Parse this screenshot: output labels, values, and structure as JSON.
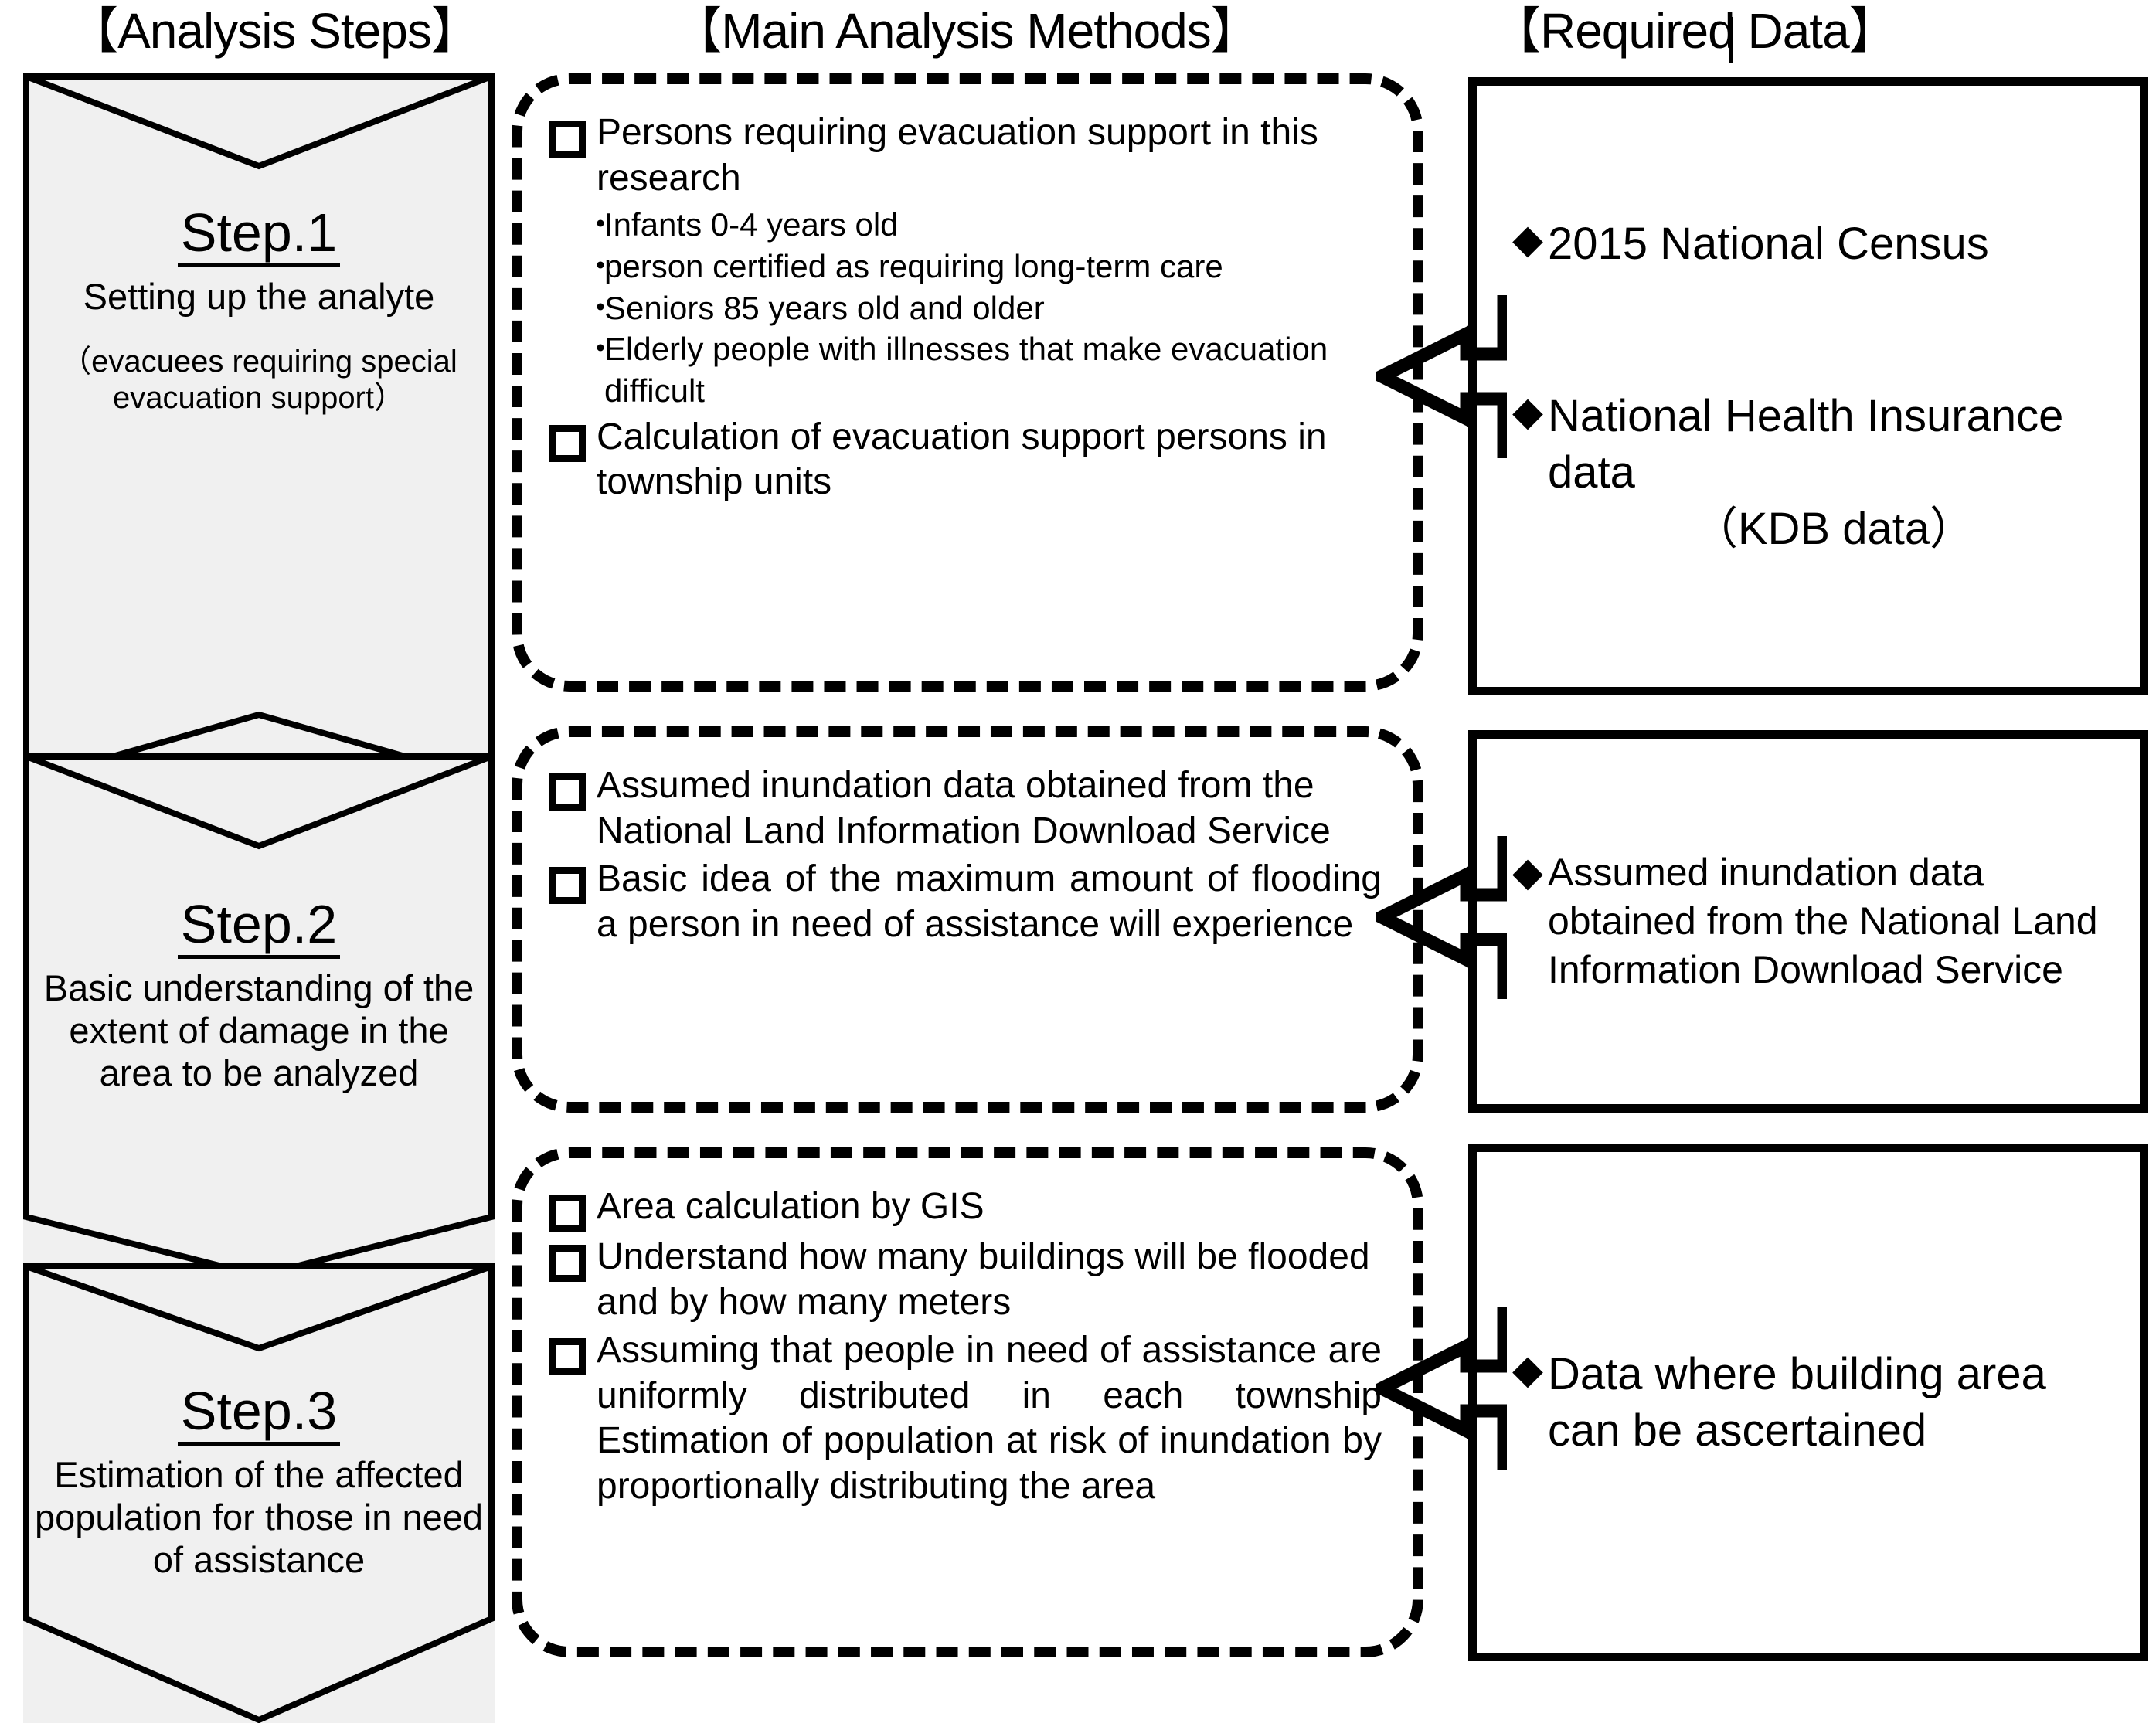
{
  "headers": {
    "analysis_steps": "【Analysis Steps】",
    "main_methods": "【Main Analysis Methods】",
    "required_data": "【Required Data】"
  },
  "colors": {
    "step_fill": "#f0f0f0",
    "stroke": "#000000",
    "background": "#ffffff"
  },
  "steps": [
    {
      "title": "Step.1",
      "subtitle": "Setting up the analyte",
      "note": "（evacuees requiring special evacuation support）"
    },
    {
      "title": "Step.2",
      "subtitle": "Basic understanding of the extent of damage in the area to be analyzed",
      "note": ""
    },
    {
      "title": "Step.3",
      "subtitle": "Estimation of the affected population for those in need of assistance",
      "note": ""
    }
  ],
  "methods": [
    {
      "bullets": [
        {
          "text": "Persons requiring evacuation support in this research",
          "sub": [
            "Infants 0-4 years old",
            "person certified as requiring long-term care",
            "Seniors 85 years old and older",
            "Elderly people with illnesses that make evacuation difficult"
          ]
        },
        {
          "text": "Calculation of evacuation support persons in township units",
          "sub": []
        }
      ]
    },
    {
      "bullets": [
        {
          "text": "Assumed inundation data obtained from the National Land Information Download Service",
          "sub": []
        },
        {
          "text": "Basic idea of the maximum amount of flooding a person in need of assistance will experience",
          "sub": []
        }
      ]
    },
    {
      "bullets": [
        {
          "text": "Area calculation by GIS",
          "sub": []
        },
        {
          "text": "Understand how many buildings will be flooded and by how many meters",
          "sub": []
        },
        {
          "text": "Assuming that people in need of assistance are uniformly distributed in each township Estimation of population at risk of inundation by proportionally distributing the area",
          "sub": []
        }
      ]
    }
  ],
  "required_data": [
    {
      "items": [
        {
          "marker": "◆",
          "text": "2015 National Census",
          "sub": ""
        },
        {
          "marker": "◆",
          "text": "National Health Insurance data",
          "sub": "（KDB data）"
        }
      ]
    },
    {
      "items": [
        {
          "marker": "◆",
          "text": "Assumed inundation data obtained from the National Land Information Download Service",
          "sub": ""
        }
      ]
    },
    {
      "items": [
        {
          "marker": "◆",
          "text": "Data where building area can be ascertained",
          "sub": ""
        }
      ]
    }
  ],
  "sub_bullet_marker": "・"
}
